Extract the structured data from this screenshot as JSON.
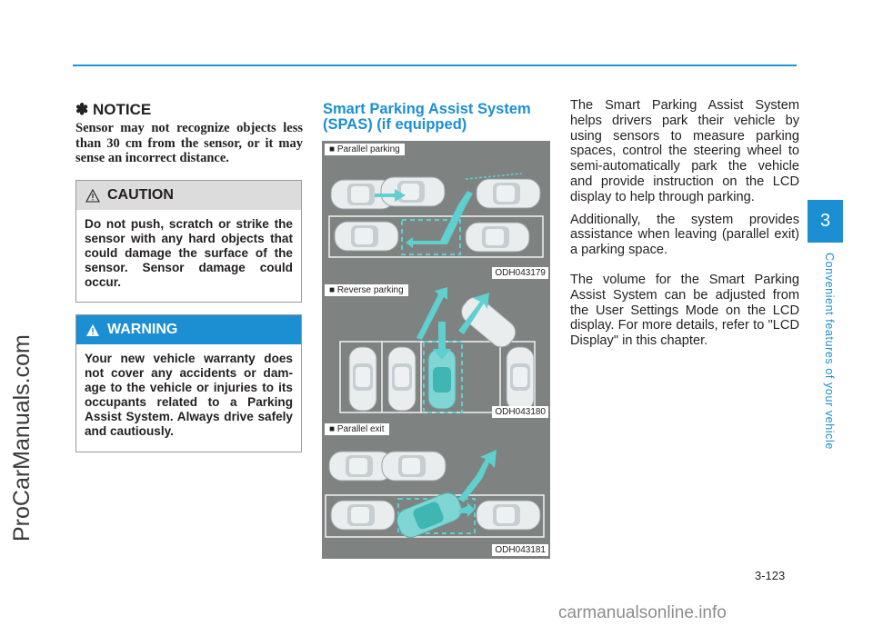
{
  "watermark": {
    "side": "ProCarManuals.com",
    "bottom": "carmanualsonline.info"
  },
  "notice": {
    "title": "✽ NOTICE",
    "body": "Sensor may not recognize  objects less than 30 cm from the sensor, or it may sense an incorrect distance."
  },
  "caution": {
    "label": "CAUTION",
    "body": "Do not push, scratch or strike the sensor with any hard objects that could damage the surface of the sensor. Sensor damage could occur."
  },
  "warning": {
    "label": "WARNING",
    "body": "Your new vehicle warranty does not cover any accidents or dam-age to the vehicle or injuries to its occupants related to a Parking Assist System. Always drive safely and cautiously."
  },
  "spas": {
    "title": "Smart Parking Assist System (SPAS) (if equipped)"
  },
  "figures": [
    {
      "label": "■ Parallel parking",
      "code": "ODH043179"
    },
    {
      "label": "■ Reverse parking",
      "code": "ODH043180"
    },
    {
      "label": "■ Parallel exit",
      "code": "ODH043181"
    }
  ],
  "body": {
    "p1": "The Smart Parking Assist System helps drivers park their vehicle by using sensors to measure parking spaces, control the steering wheel to semi-automatically park the vehicle and provide instruction on the LCD display to help through parking.",
    "p2": "Additionally, the system provides assistance when leaving (parallel exit) a parking space.",
    "p3": "The volume for the Smart Parking Assist System can be adjusted from the User Settings Mode on the LCD display. For more details, refer to \"LCD Display\" in this chapter."
  },
  "section": {
    "tab_number": "3",
    "label": "Convenient features of your vehicle"
  },
  "page_number": "3-123",
  "colors": {
    "accent": "#1b8fd2",
    "caution_header": "#dcdcdc",
    "arrow": "#5fd0cf",
    "panel_bg": "#7e8280"
  }
}
